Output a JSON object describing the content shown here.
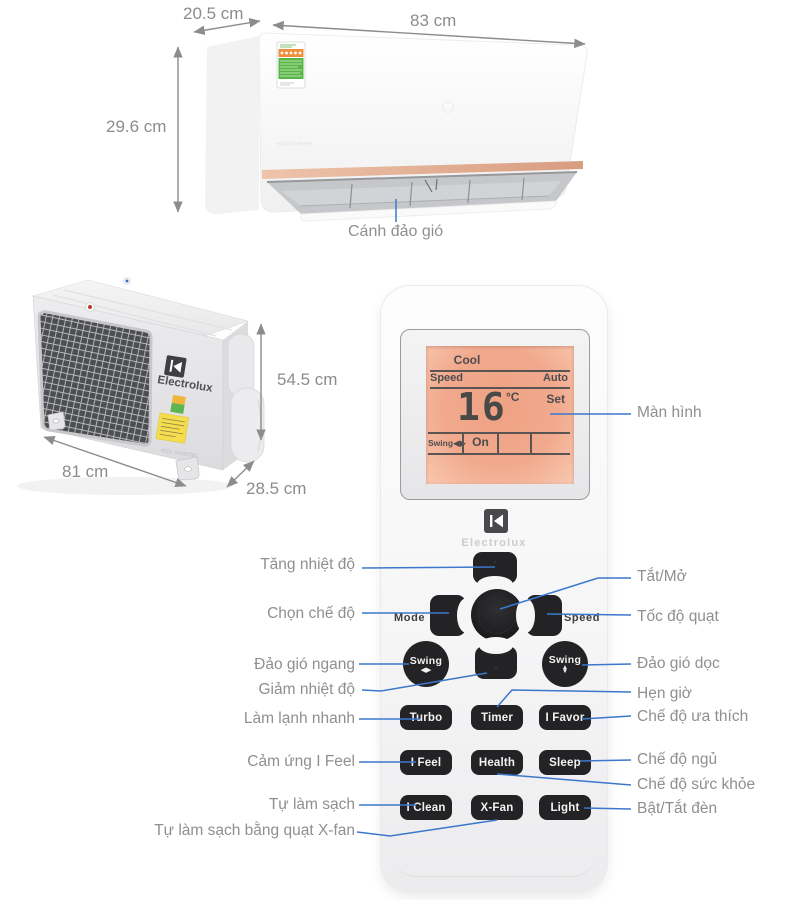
{
  "indoor_unit": {
    "dim_depth": "20.5 cm",
    "dim_width": "83 cm",
    "dim_height": "29.6 cm",
    "louver_label": "Cánh đảo gió",
    "eco_logo": "eco inverter"
  },
  "outdoor_unit": {
    "dim_height": "54.5 cm",
    "dim_width": "81 cm",
    "dim_depth": "28.5 cm",
    "brand": "Electrolux",
    "eco_logo": "eco inverter"
  },
  "remote": {
    "brand": "Electrolux",
    "lcd": {
      "mode": "Cool",
      "fan_label": "Speed",
      "fan_value": "Auto",
      "temp": "16",
      "temp_unit": "°C",
      "set_label": "Set",
      "swing_label": "Swing◀▶",
      "swing_state": "On"
    },
    "dpad": {
      "mode_print": "Mode",
      "speed_print": "Speed",
      "swing_h": "Swing",
      "swing_h_glyph": "◀▶",
      "swing_v": "Swing",
      "swing_v_glyph_up": "▲",
      "swing_v_glyph_down": "▼"
    },
    "buttons": {
      "turbo": "Turbo",
      "timer": "Timer",
      "ifavor": "I Favor",
      "ifeel": "I Feel",
      "health": "Health",
      "sleep": "Sleep",
      "iclean": "I Clean",
      "xfan": "X-Fan",
      "light": "Light"
    }
  },
  "annotations": {
    "man_hinh": "Màn hình",
    "tang_nhiet_do": "Tăng nhiệt độ",
    "tat_mo": "Tắt/Mở",
    "chon_che_do": "Chọn chế độ",
    "toc_do_quat": "Tốc độ quạt",
    "dao_gio_ngang": "Đảo gió ngang",
    "dao_gio_doc": "Đảo gió dọc",
    "giam_nhiet_do": "Giảm nhiệt độ",
    "hen_gio": "Hẹn giờ",
    "lam_lanh_nhanh": "Làm lạnh nhanh",
    "che_do_ua_thich": "Chế độ ưa thích",
    "cam_ung_i_feel": "Cảm ứng I Feel",
    "che_do_ngu": "Chế độ ngủ",
    "che_do_suc_khoe": "Chế độ sức khỏe",
    "tu_lam_sach": "Tự làm sạch",
    "bat_tat_den": "Bật/Tắt đèn",
    "tu_lam_sach_x_fan": "Tự làm sạch bằng quạt X-fan"
  },
  "colors": {
    "annotation_line": "#3b78cc",
    "dimension_gray": "#8c8c8c",
    "label_gray": "#8f8f8f",
    "lcd_bg": "#f0a185",
    "accent_strip": "#e3ab8f",
    "button_black": "#232325"
  }
}
